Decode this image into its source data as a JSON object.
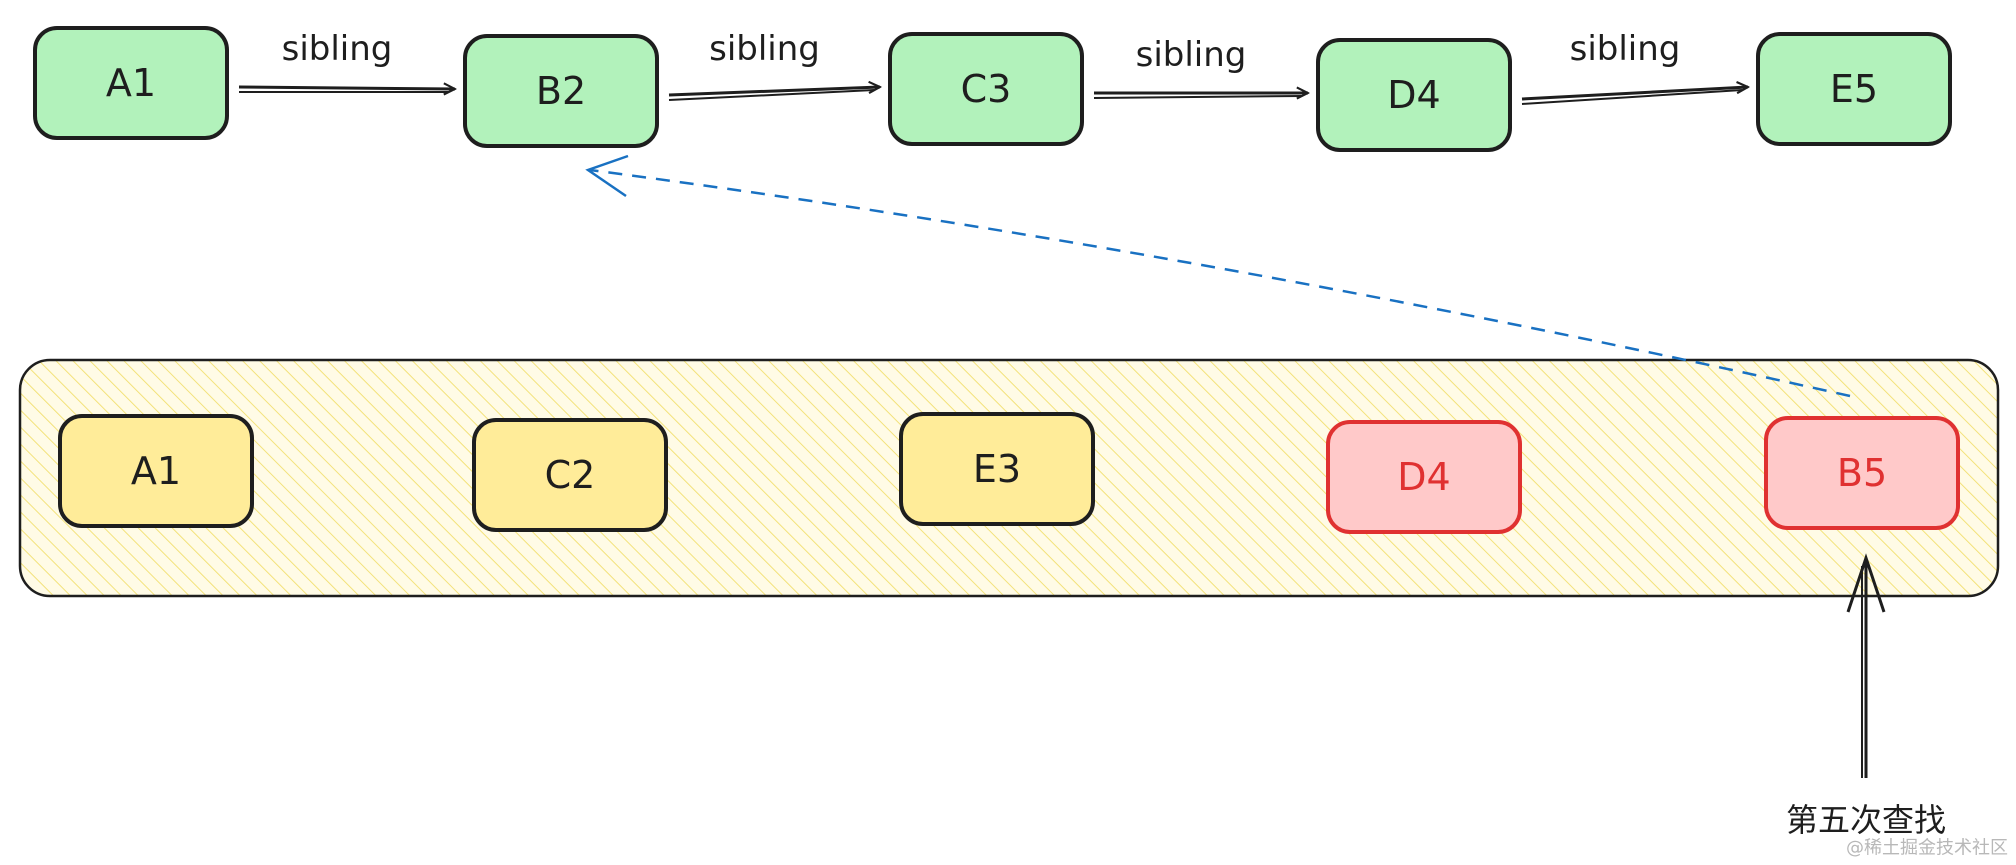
{
  "colors": {
    "stroke": "#1e1e1e",
    "green_fill": "#b2f2bb",
    "yellow_fill": "#ffec99",
    "red_fill": "#ffc9c9",
    "red_stroke": "#e03131",
    "dashed_arrow": "#1971c2",
    "container_fill": "#fff9db"
  },
  "top_row": {
    "nodes": [
      {
        "label": "A1"
      },
      {
        "label": "B2"
      },
      {
        "label": "C3"
      },
      {
        "label": "D4"
      },
      {
        "label": "E5"
      }
    ],
    "edges": [
      {
        "label": "sibling"
      },
      {
        "label": "sibling"
      },
      {
        "label": "sibling"
      },
      {
        "label": "sibling"
      }
    ]
  },
  "bottom_row": {
    "nodes": [
      {
        "label": "A1",
        "state": "normal"
      },
      {
        "label": "C2",
        "state": "normal"
      },
      {
        "label": "E3",
        "state": "normal"
      },
      {
        "label": "D4",
        "state": "highlight"
      },
      {
        "label": "B5",
        "state": "highlight"
      }
    ]
  },
  "caption": "第五次查找",
  "watermark": "@稀土掘金技术社区"
}
